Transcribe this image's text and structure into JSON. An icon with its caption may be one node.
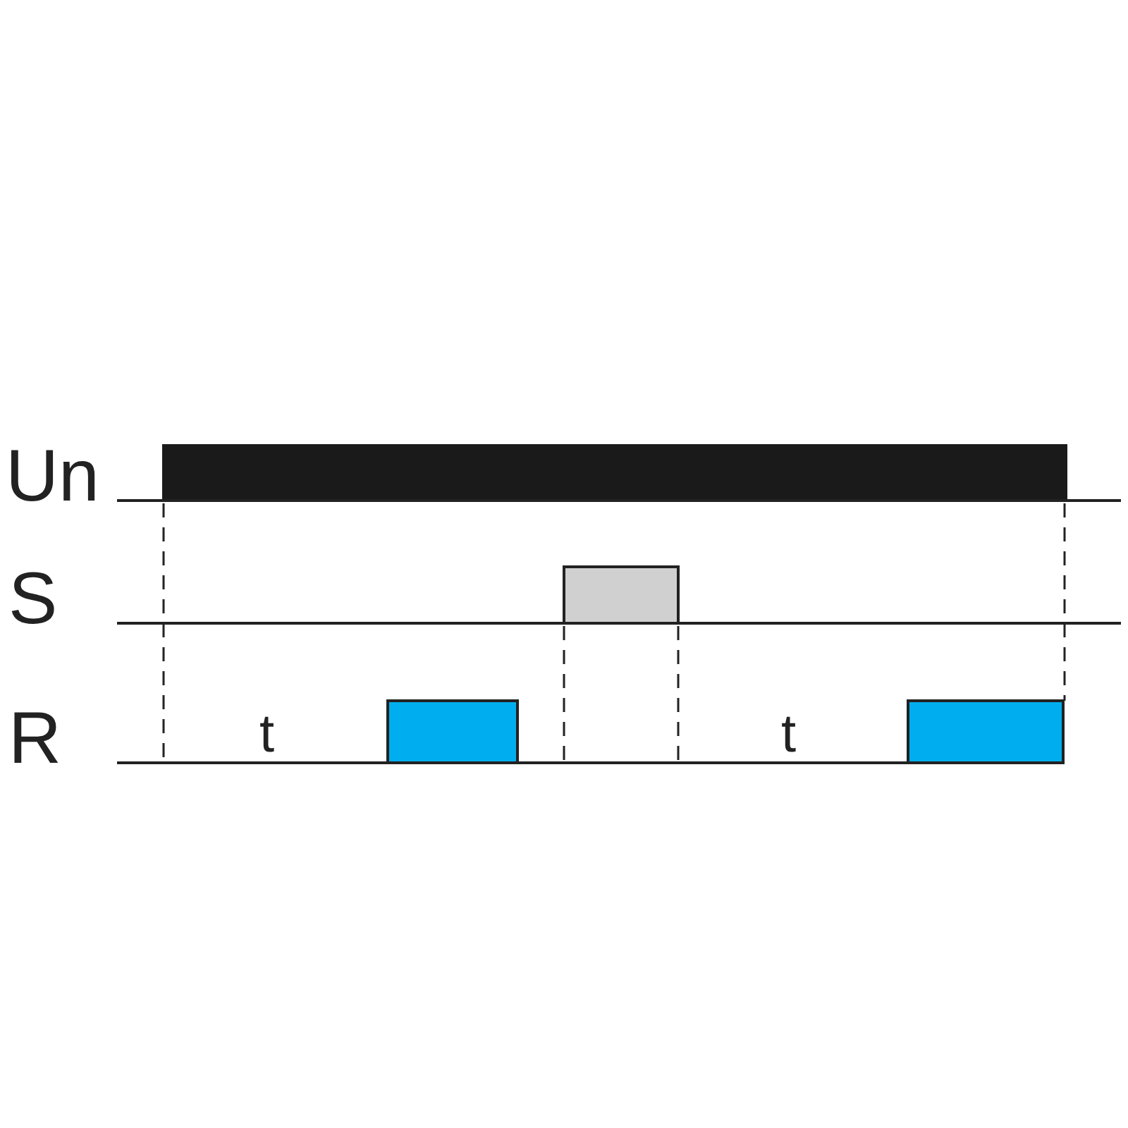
{
  "diagram": {
    "labels": [
      "Un",
      "S",
      "R",
      "t",
      "t"
    ]
  }
}
